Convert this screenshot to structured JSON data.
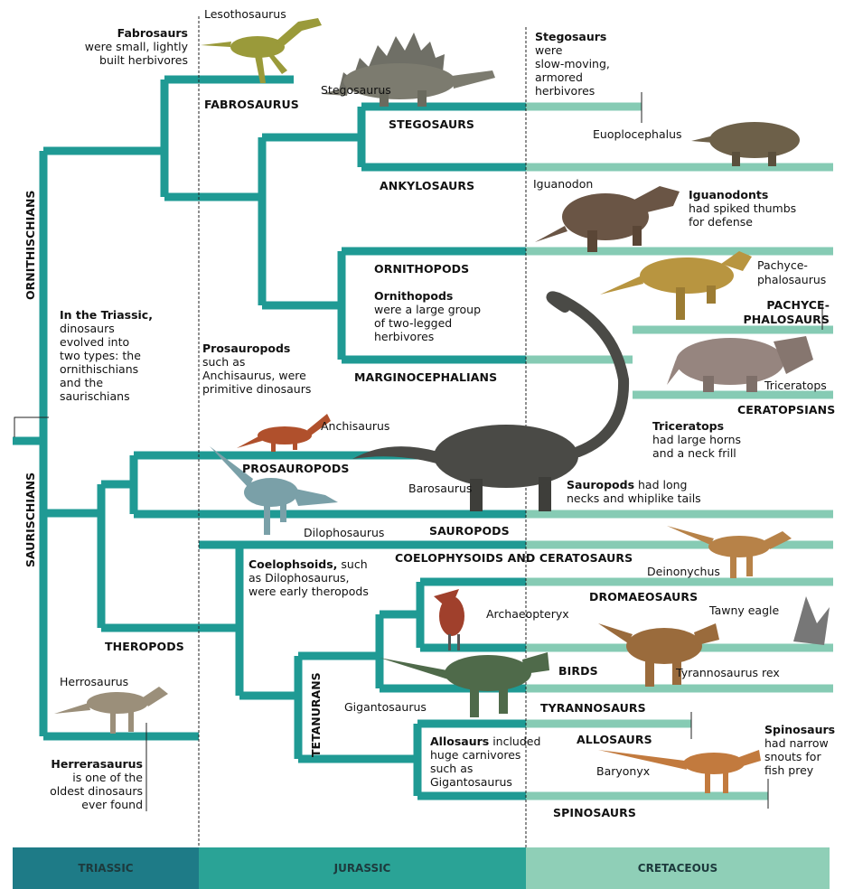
{
  "colors": {
    "triassic": "#1e7b87",
    "jurassic": "#2aa396",
    "cretaceous": "#8fcfb7",
    "branch_dark": "#1f9a94",
    "branch_light": "#86cbb4"
  },
  "groups": {
    "ornithischians": "ORNITHISCHIANS",
    "saurischians": "SAURISCHIANS",
    "fabrosaurus": "FABROSAURUS",
    "stegosaurs": "STEGOSAURS",
    "ankylosaurs": "ANKYLOSAURS",
    "ornithopods": "ORNITHOPODS",
    "marginocephalians": "MARGINOCEPHALIANS",
    "pachycephalosaurs_1": "PACHYCE-",
    "pachycephalosaurs_2": "PHALOSAURS",
    "ceratopsians": "CERATOPSIANS",
    "prosauropods": "PROSAUROPODS",
    "sauropods": "SAUROPODS",
    "theropods": "THEROPODS",
    "coelophysoids": "COELOPHYSOIDS AND CERATOSAURS",
    "dromaeosaurs": "DROMAEOSAURS",
    "birds": "BIRDS",
    "tyrannosaurs": "TYRANNOSAURS",
    "tetanurans": "TETANURANS",
    "allosaurs": "ALLOSAURS",
    "spinosaurs": "SPINOSAURS"
  },
  "species": {
    "lesothosaurus": "Lesothosaurus",
    "stegosaurus": "Stegosaurus",
    "euoplocephalus": "Euoplocephalus",
    "iguanodon": "Iguanodon",
    "pachycephalosaurus_1": "Pachyce-",
    "pachycephalosaurus_2": "phalosaurus",
    "triceratops": "Triceratops",
    "anchisaurus": "Anchisaurus",
    "barosaurus": "Barosaurus",
    "dilophosaurus": "Dilophosaurus",
    "deinonychus": "Deinonychus",
    "archaeopteryx": "Archaeopteryx",
    "tawny_eagle": "Tawny eagle",
    "tyrannosaurus": "Tyrannosaurus rex",
    "gigantosaurus": "Gigantosaurus",
    "herrosaurus": "Herrosaurus",
    "baryonyx": "Baryonyx"
  },
  "notes": {
    "fabrosaurs": {
      "bold": "Fabrosaurs",
      "lines": [
        "were small, lightly",
        "built herbivores"
      ]
    },
    "stegosaurs": {
      "bold": "Stegosaurs",
      "lines": [
        "were",
        "slow-moving,",
        "armored",
        "herbivores"
      ]
    },
    "iguanodonts": {
      "bold": "Iguanodonts",
      "lines": [
        "had spiked thumbs",
        "for defense"
      ]
    },
    "ornithopods": {
      "bold": "Ornithopods",
      "lines": [
        "were a large group",
        "of two-legged",
        "herbivores"
      ]
    },
    "triassic": {
      "bold": "In the Triassic,",
      "lines": [
        "dinosaurs",
        "evolved into",
        "two types: the",
        "ornithischians",
        "and the",
        "saurischians"
      ]
    },
    "prosauropods": {
      "bold": "Prosauropods",
      "lines": [
        "such as",
        "Anchisaurus, were",
        "primitive dinosaurs"
      ]
    },
    "triceratops": {
      "bold": "Triceratops",
      "lines": [
        "had large horns",
        "and a neck frill"
      ]
    },
    "sauropods": {
      "bold": "Sauropods",
      "first_rest": " had long",
      "lines": [
        "necks and whiplike tails"
      ]
    },
    "coelophysoids": {
      "bold": "Coelophsoids,",
      "first_rest": " such",
      "lines": [
        "as Dilophosaurus,",
        "were early theropods"
      ]
    },
    "herrerasaurus": {
      "bold": "Herrerasaurus",
      "lines": [
        "is one of the",
        "oldest dinosaurs",
        "ever found"
      ]
    },
    "allosaurs": {
      "bold": "Allosaurs",
      "first_rest": " included",
      "lines": [
        "huge carnivores",
        "such as",
        "Gigantosaurus"
      ]
    },
    "spinosaurs": {
      "bold": "Spinosaurs",
      "lines": [
        "had narrow",
        "snouts for",
        "fish prey"
      ]
    }
  },
  "eras": {
    "triassic": "TRIASSIC",
    "jurassic": "JURASSIC",
    "cretaceous": "CRETACEOUS"
  }
}
